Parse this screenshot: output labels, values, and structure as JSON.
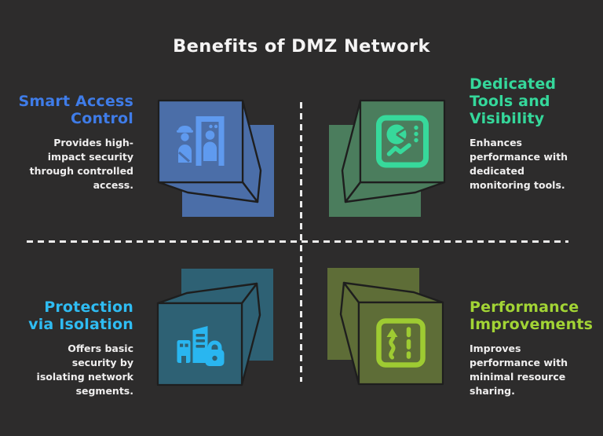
{
  "title": "Benefits of DMZ Network",
  "background_color": "#2d2c2c",
  "divider_color": "#ececec",
  "quadrants": [
    {
      "id": "smart-access-control",
      "heading": "Smart Access\nControl",
      "body": "Provides high-\nimpact security\nthrough controlled\naccess.",
      "heading_color": "#3f7ce8",
      "cube_color": "#4b6ea8",
      "glyph_color": "#5f9aef",
      "icon": "security-checkpoint-icon",
      "position": "top-left"
    },
    {
      "id": "dedicated-tools-and-visibility",
      "heading": "Dedicated\nTools and\nVisibility",
      "body": "Enhances\nperformance with\ndedicated\nmonitoring tools.",
      "heading_color": "#35d89b",
      "cube_color": "#4b7d5d",
      "glyph_color": "#37d99b",
      "icon": "monitoring-dashboard-icon",
      "position": "top-right"
    },
    {
      "id": "protection-via-isolation",
      "heading": "Protection\nvia Isolation",
      "body": "Offers basic\nsecurity by\nisolating network\nsegments.",
      "heading_color": "#2fbcf2",
      "cube_color": "#2e6174",
      "glyph_color": "#29b6f0",
      "icon": "buildings-lock-icon",
      "position": "bottom-left"
    },
    {
      "id": "performance-improvements",
      "heading": "Performance\nImprovements",
      "body": "Improves\nperformance with\nminimal resource\nsharing.",
      "heading_color": "#a2d435",
      "cube_color": "#5e6d37",
      "glyph_color": "#9ecb32",
      "icon": "route-lanes-icon",
      "position": "bottom-right"
    }
  ]
}
